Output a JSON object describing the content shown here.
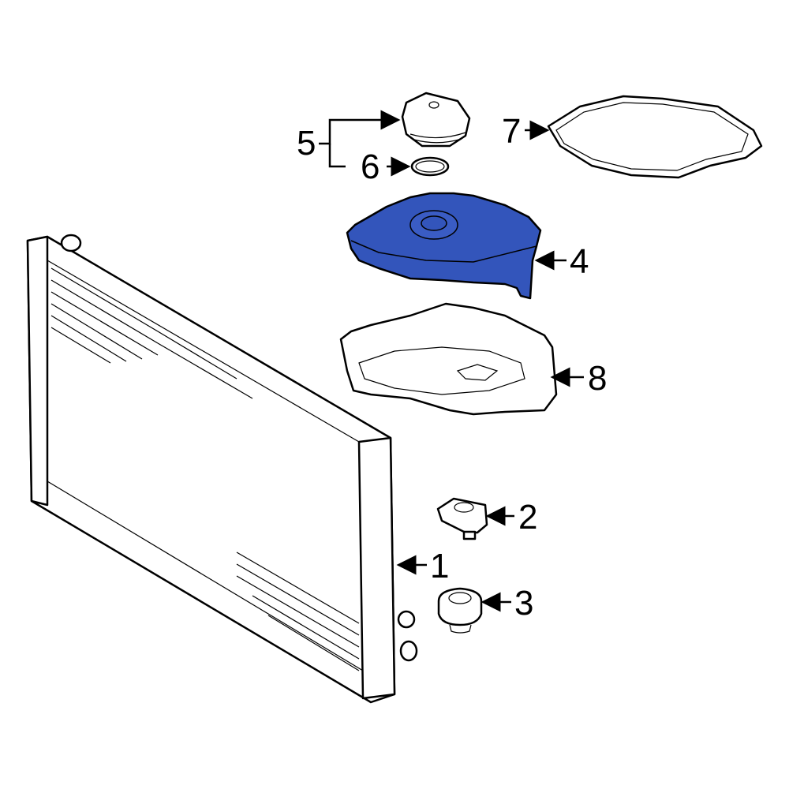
{
  "diagram": {
    "type": "exploded-parts-diagram",
    "highlight_color": "#3355bb",
    "callouts": [
      {
        "id": "1",
        "label": "1",
        "part": "radiator"
      },
      {
        "id": "2",
        "label": "2",
        "part": "mount-bracket"
      },
      {
        "id": "3",
        "label": "3",
        "part": "grommet"
      },
      {
        "id": "4",
        "label": "4",
        "part": "coolant-reservoir",
        "highlighted": true
      },
      {
        "id": "5",
        "label": "5",
        "part": "reservoir-cap-assembly"
      },
      {
        "id": "6",
        "label": "6",
        "part": "o-ring-seal"
      },
      {
        "id": "7",
        "label": "7",
        "part": "reservoir-cover"
      },
      {
        "id": "8",
        "label": "8",
        "part": "reservoir-bracket"
      }
    ]
  }
}
